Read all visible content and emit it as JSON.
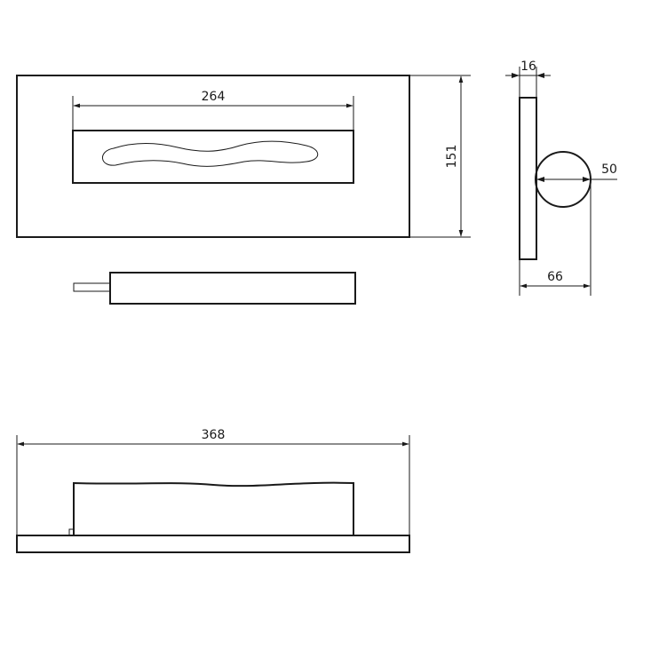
{
  "dimensions": {
    "front_inner_width": "264",
    "front_height": "151",
    "side_thickness": "16",
    "burner_diameter": "50",
    "side_depth": "66",
    "bottom_total_width": "368"
  },
  "colors": {
    "line": "#1a1a1a",
    "background": "#ffffff"
  }
}
